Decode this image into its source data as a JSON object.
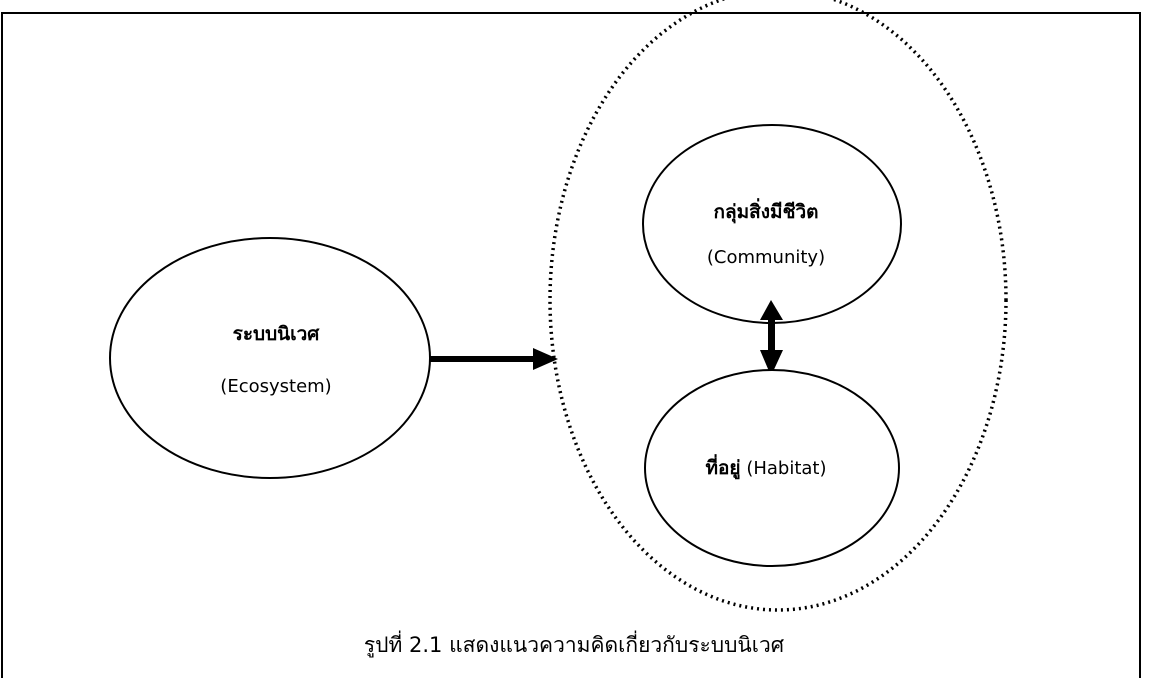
{
  "diagram": {
    "ecosystem": {
      "title": "ระบบนิเวศ",
      "subtitle": "(Ecosystem)"
    },
    "community": {
      "title": "กลุ่มสิ่งมีชีวิต",
      "subtitle": "(Community)"
    },
    "habitat": {
      "title": "ที่อยู่",
      "subtitle": "(Habitat)"
    }
  },
  "caption": "รูปที่ 2.1 แสดงแนวความคิดเกี่ยวกับระบบนิเวศ"
}
